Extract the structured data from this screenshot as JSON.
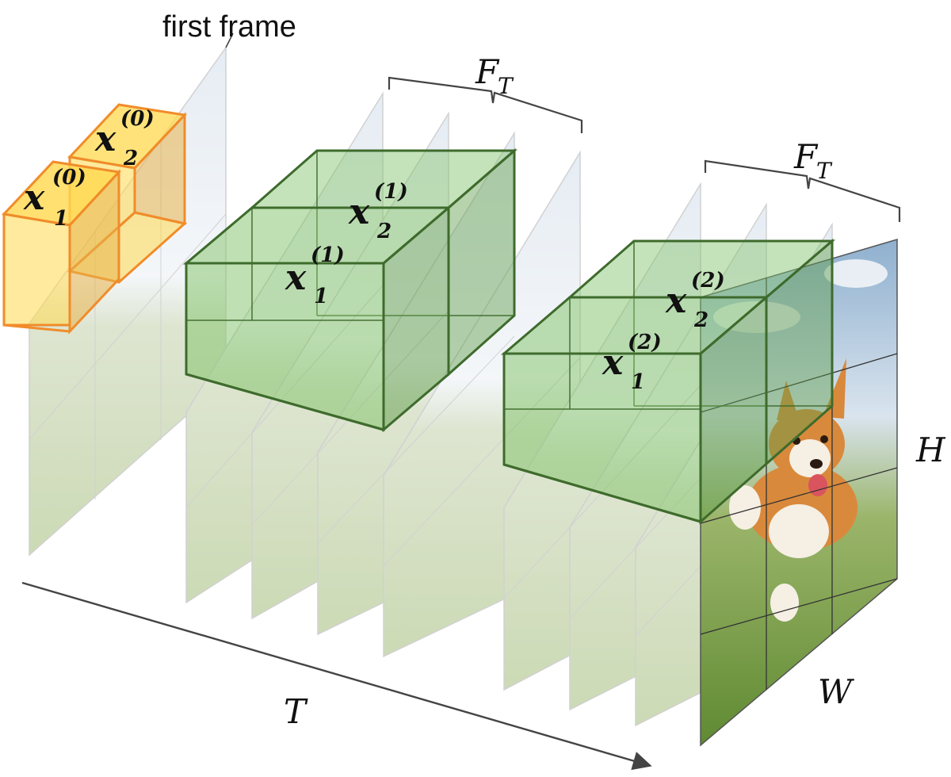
{
  "labels": {
    "first_frame": "first frame",
    "f_t_1": "F",
    "f_t_1_sub": "T",
    "f_t_2": "F",
    "f_t_2_sub": "T",
    "h": "H",
    "w": "W",
    "t": "T"
  },
  "tokens": {
    "x1_0": {
      "base": "x",
      "sub": "1",
      "sup": "(0)"
    },
    "x2_0": {
      "base": "x",
      "sub": "2",
      "sup": "(0)"
    },
    "x1_1": {
      "base": "x",
      "sub": "1",
      "sup": "(1)"
    },
    "x2_1": {
      "base": "x",
      "sub": "2",
      "sup": "(1)"
    },
    "x1_2": {
      "base": "x",
      "sub": "1",
      "sup": "(2)"
    },
    "x2_2": {
      "base": "x",
      "sub": "2",
      "sup": "(2)"
    }
  },
  "colors": {
    "orange_fill": "#ffd84d",
    "orange_stroke": "#f08c2a",
    "green_fill": "#7fc265",
    "green_stroke": "#3e6b2c",
    "frame_stroke": "#9a9a9a",
    "axis": "#444444"
  },
  "icons": {
    "frame_image": "corgi-photo-icon"
  }
}
